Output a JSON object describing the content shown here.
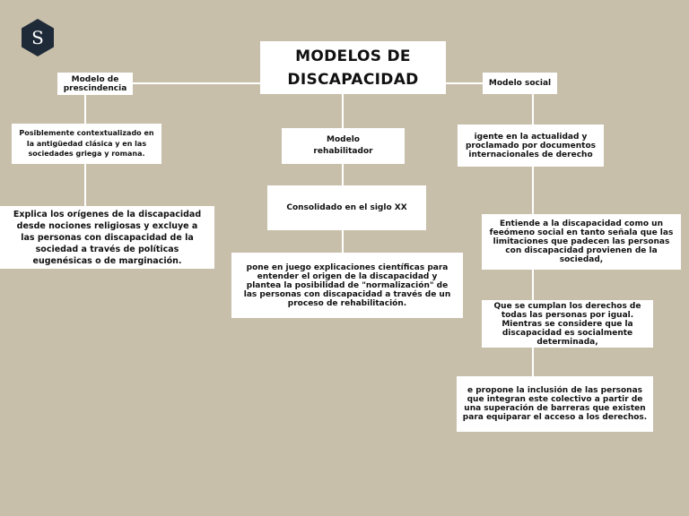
{
  "logo": {
    "letter": "S",
    "icon": "hexagon-logo-icon",
    "color": "#1f2a38"
  },
  "colors": {
    "background": "#c8bfaa",
    "box": "#ffffff",
    "connector": "#ffffff"
  },
  "title": {
    "line1": "MODELOS DE",
    "line2": "DISCAPACIDAD"
  },
  "prescindencia": {
    "label_line1": "Modelo de",
    "label_line2": "prescindencia",
    "texts": [
      "Posiblemente contextualizado en la antigüedad clásica y en las sociedades griega y romana.",
      "Explica los orígenes de la discapacidad desde nociones religiosas y excluye a las personas con discapacidad de la sociedad a través de políticas eugenésicas o de marginación."
    ]
  },
  "rehabilitador": {
    "label_line1": "Modelo",
    "label_line2": "rehabilitador",
    "texts": [
      "Consolidado en el siglo XX",
      "pone en juego explicaciones científicas para entender el origen de la discapacidad y plantea la posibilidad de \"normalización\" de las personas con discapacidad a través de un proceso de rehabilitación."
    ]
  },
  "social": {
    "label": "Modelo social",
    "texts": [
      "igente en la actualidad y proclamado por documentos internacionales de derecho",
      "Entiende a la discapacidad como un feeómeno social en tanto señala que las limitaciones que padecen las personas con discapacidad provienen de la sociedad,",
      "Que se cumplan los derechos de todas las personas por igual. Mientras se considere que la discapacidad es socialmente determinada,",
      "e propone la inclusión de las personas que integran este colectivo a partir de una superación de barreras que existen para equiparar el acceso a los derechos."
    ]
  }
}
